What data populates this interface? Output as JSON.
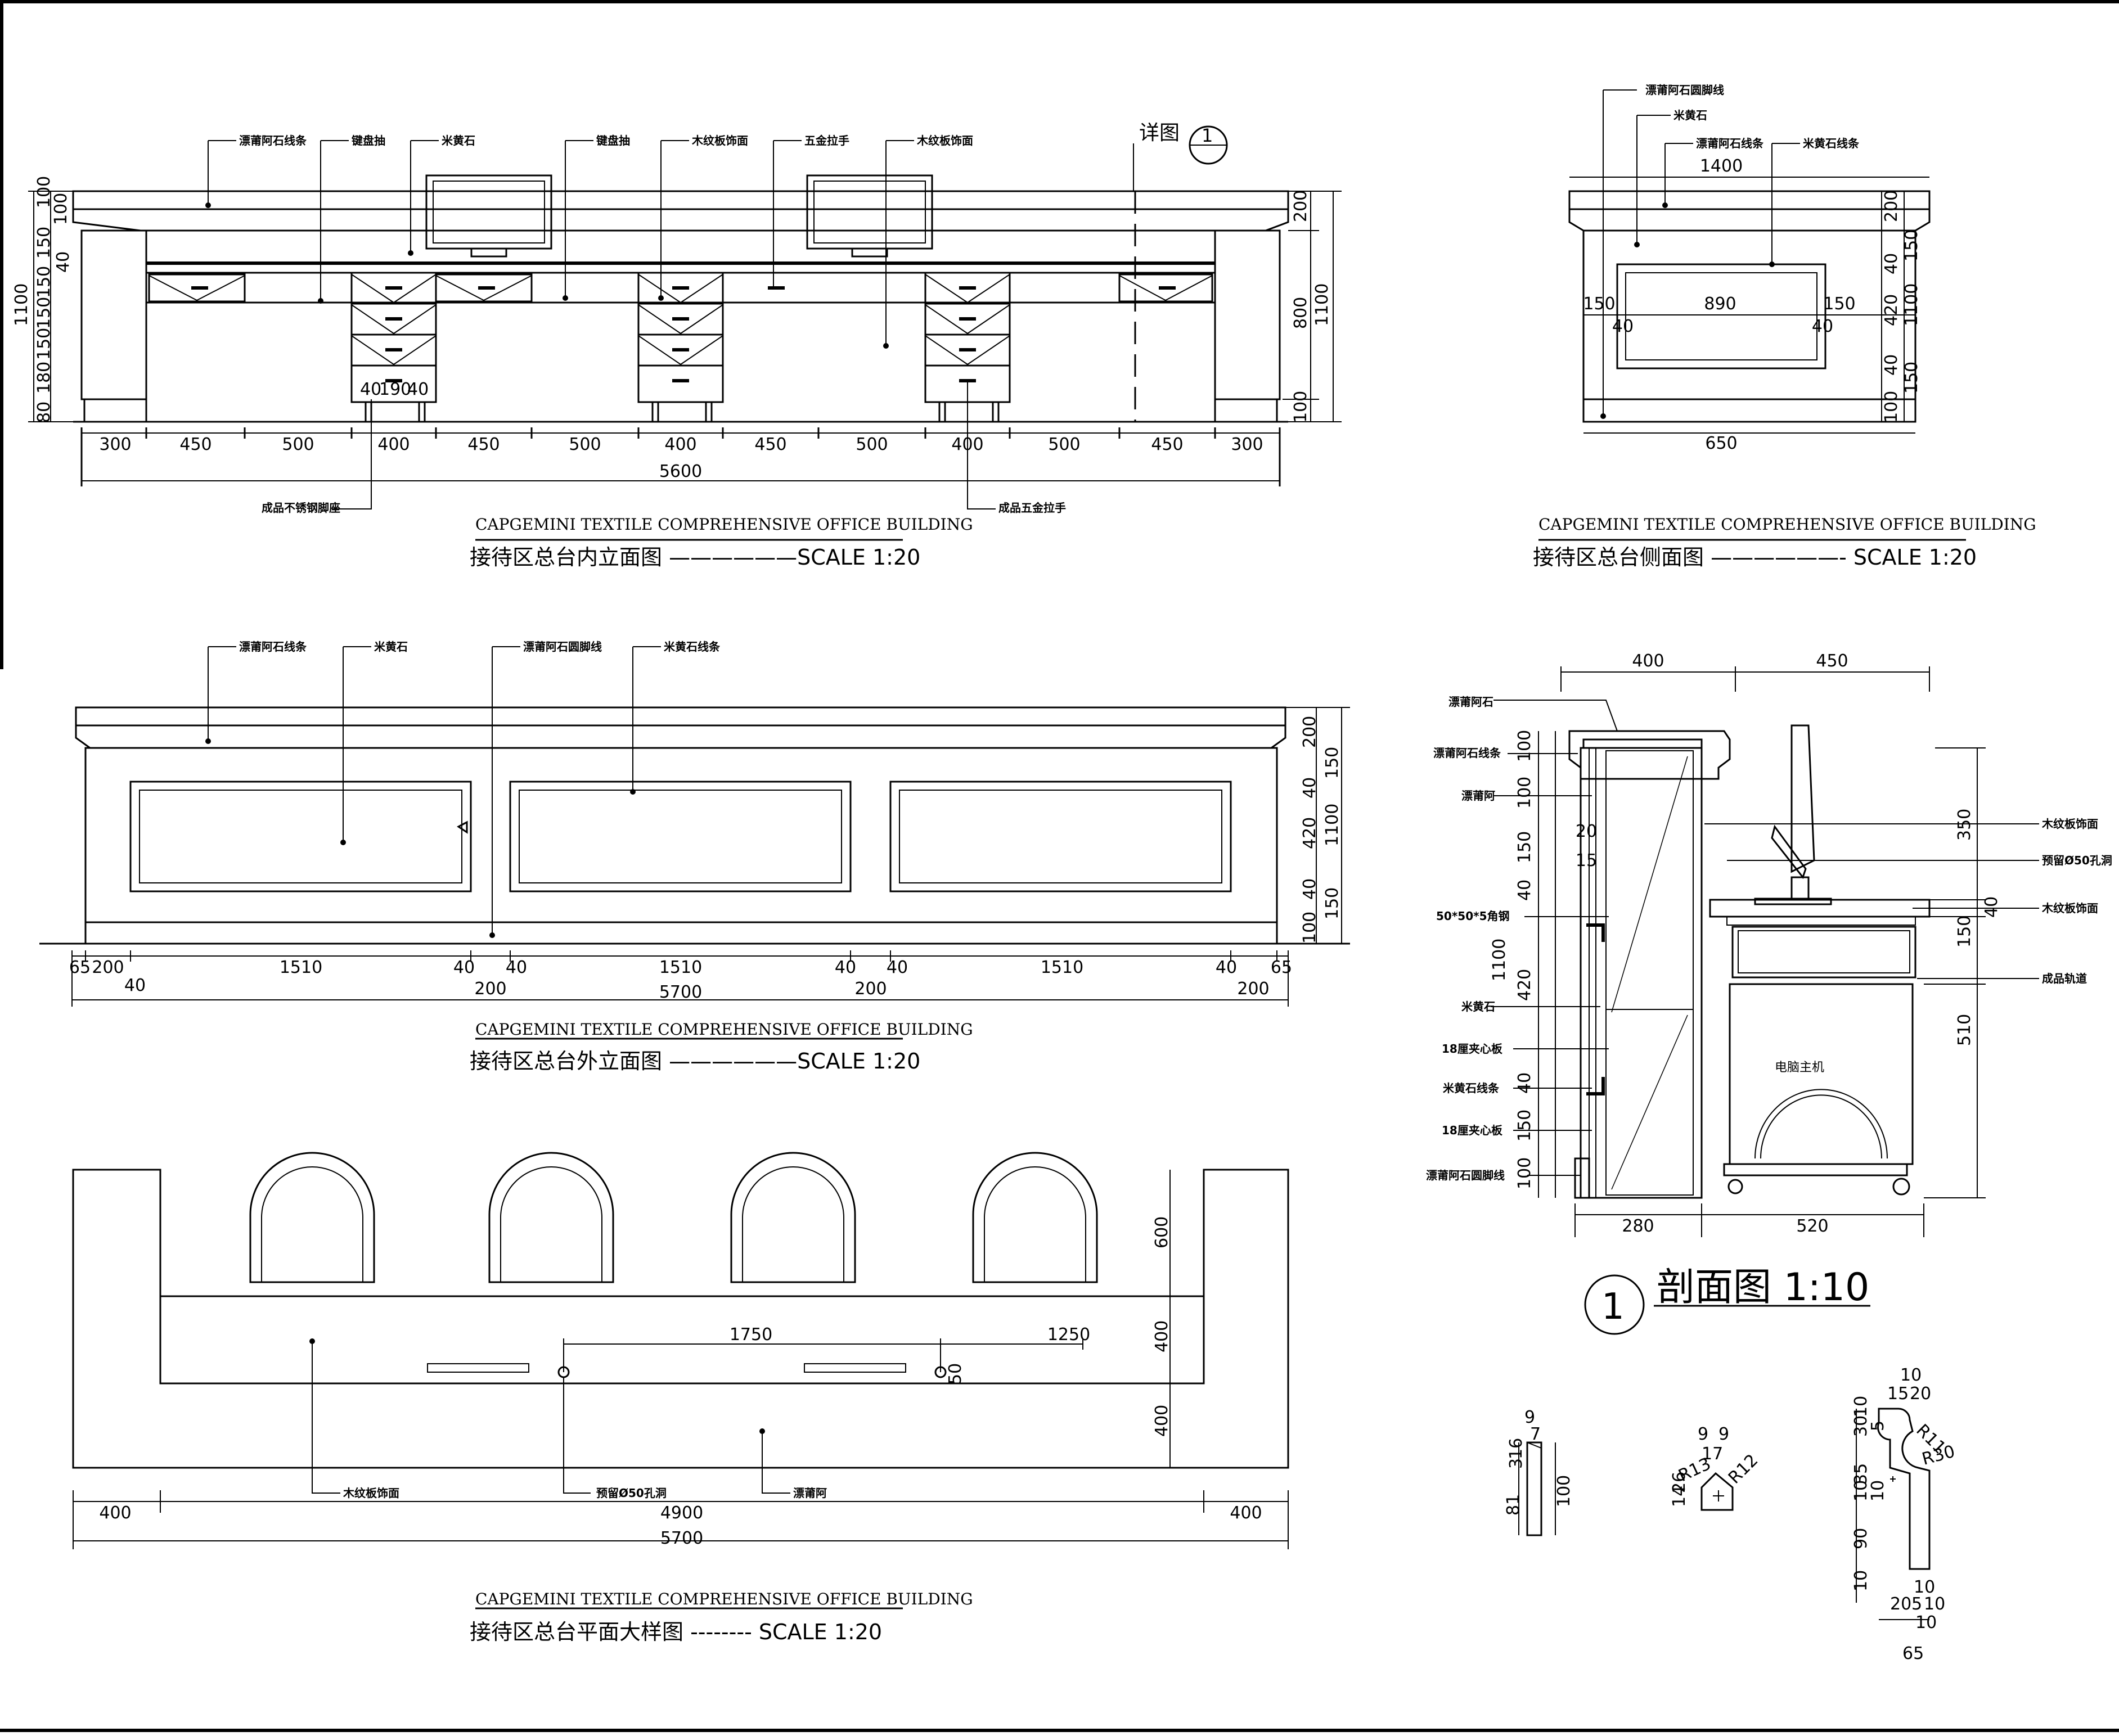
{
  "front_elevation": {
    "labels": {
      "a": "漂莆阿石线条",
      "b": "键盘抽",
      "c": "米黄石",
      "d": "键盘抽",
      "e": "木纹板饰面",
      "f": "五金拉手",
      "g": "木纹板饰面",
      "detail": "详图",
      "detail_no": "1",
      "leg": "成品不锈钢脚座",
      "hw": "成品五金拉手"
    },
    "dims_bottom": [
      "300",
      "450",
      "500",
      "400",
      "450",
      "500",
      "400",
      "450",
      "500",
      "400",
      "500",
      "450",
      "300"
    ],
    "total": "5600",
    "leg_dims": [
      "40",
      "190",
      "40"
    ],
    "left_dims": [
      "100",
      "100",
      "150",
      "40",
      "150",
      "150",
      "150",
      "180",
      "80"
    ],
    "left_total": "1100",
    "right_dims": [
      "200",
      "800",
      "100"
    ],
    "right_total": "1100",
    "title_en": "CAPGEMINI TEXTILE COMPREHENSIVE OFFICE BUILDING",
    "title_zh": "接待区总台内立面图 ——————SCALE  1:20"
  },
  "side_elevation": {
    "labels": {
      "a": "漂莆阿石圆脚线",
      "b": "米黄石",
      "c": "漂莆阿石线条",
      "d": "米黄石线条"
    },
    "top": "1400",
    "bottom": "650",
    "inner": [
      "150",
      "890",
      "150"
    ],
    "inner2": [
      "40",
      "40"
    ],
    "right_dims": [
      "200",
      "150",
      "40",
      "420",
      "40",
      "150",
      "100"
    ],
    "right_total": "1100",
    "title_en": "CAPGEMINI TEXTILE COMPREHENSIVE OFFICE BUILDING",
    "title_zh": "接待区总台侧面图 ——————- SCALE  1:20"
  },
  "outer_elevation": {
    "labels": {
      "a": "漂莆阿石线条",
      "b": "米黄石",
      "c": "漂莆阿石圆脚线",
      "d": "米黄石线条"
    },
    "dims_row1": [
      "65",
      "200",
      "1510",
      "40",
      "40",
      "1510",
      "40",
      "40",
      "1510",
      "40",
      "65"
    ],
    "dims_row2": [
      "40",
      "200",
      "200",
      "200"
    ],
    "total": "5700",
    "right_dims": [
      "200",
      "40",
      "420",
      "40",
      "100"
    ],
    "right_dims2": [
      "150",
      "1100",
      "150"
    ],
    "title_en": "CAPGEMINI TEXTILE COMPREHENSIVE OFFICE BUILDING",
    "title_zh": "接待区总台外立面图 ——————SCALE  1:20"
  },
  "plan": {
    "labels": {
      "a": "木纹板饰面",
      "b": "预留Ø50孔洞",
      "c": "漂莆阿"
    },
    "inner_dims": [
      "1750",
      "1250",
      "50"
    ],
    "right_dims": [
      "600",
      "400",
      "400"
    ],
    "bottom_dims": [
      "400",
      "4900",
      "400"
    ],
    "total": "5700",
    "title_en": "CAPGEMINI TEXTILE COMPREHENSIVE OFFICE BUILDING",
    "title_zh": "接待区总台平面大样图  --------  SCALE  1:20"
  },
  "section": {
    "labels": {
      "l1": "漂莆阿石",
      "l2": "漂莆阿石线条",
      "l3": "漂莆阿",
      "l4": "50*50*5角钢",
      "l5": "米黄石",
      "l6": "18厘夹心板",
      "l7": "米黄石线条",
      "l8": "18厘夹心板",
      "l9": "漂莆阿石圆脚线",
      "r1": "木纹板饰面",
      "r2": "预留Ø50孔洞",
      "r3": "木纹板饰面",
      "r4": "成品轨道",
      "pc": "电脑主机"
    },
    "top_dims": [
      "400",
      "450"
    ],
    "bottom_dims": [
      "280",
      "520"
    ],
    "left_dims": [
      "100",
      "100",
      "150",
      "40",
      "420",
      "40",
      "150",
      "100"
    ],
    "left_total": "1100",
    "inner_dims": [
      "20",
      "15"
    ],
    "right_dims": [
      "350",
      "40",
      "150",
      "510"
    ],
    "title_no": "1",
    "title": "剖面图  1:10"
  },
  "profiles": {
    "p1": [
      "9",
      "7",
      "16",
      "3",
      "81",
      "100"
    ],
    "p2": [
      "9",
      "9",
      "17",
      "R13",
      "R12",
      "14",
      "26"
    ],
    "p3": [
      "10",
      "15",
      "20",
      "30",
      "10",
      "5",
      "R11",
      "R30",
      "35",
      "10",
      "10",
      "90",
      "10",
      "10",
      "20",
      "5",
      "10",
      "10",
      "65"
    ]
  }
}
